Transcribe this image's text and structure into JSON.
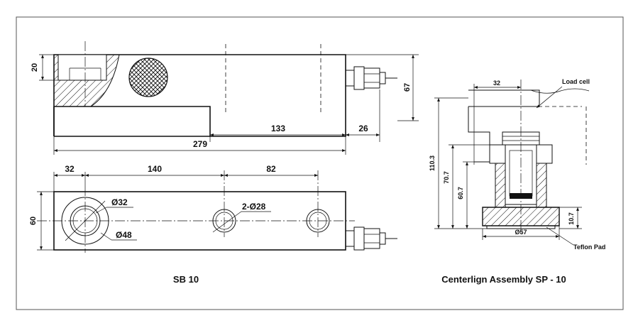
{
  "sb10": {
    "dims": {
      "d20": "20",
      "d67": "67",
      "d133": "133",
      "d26": "26",
      "d279": "279",
      "d32": "32",
      "d140": "140",
      "d82": "82",
      "d60": "60",
      "hole_large": "Ø32",
      "hole_outer": "Ø48",
      "holes_pair": "2-Ø28"
    },
    "caption": "SB 10"
  },
  "sp10": {
    "dims": {
      "d32": "32",
      "d110": "110.3",
      "d70": "70.7",
      "d60": "60.7",
      "d57": "Ø57",
      "d10": "10.7"
    },
    "labels": {
      "load_cell": "Load cell",
      "teflon_pad": "Teflon Pad"
    },
    "caption": "Centerlign Assembly SP - 10"
  },
  "colors": {
    "line": "#111111",
    "frame": "#555555",
    "background": "#ffffff"
  }
}
